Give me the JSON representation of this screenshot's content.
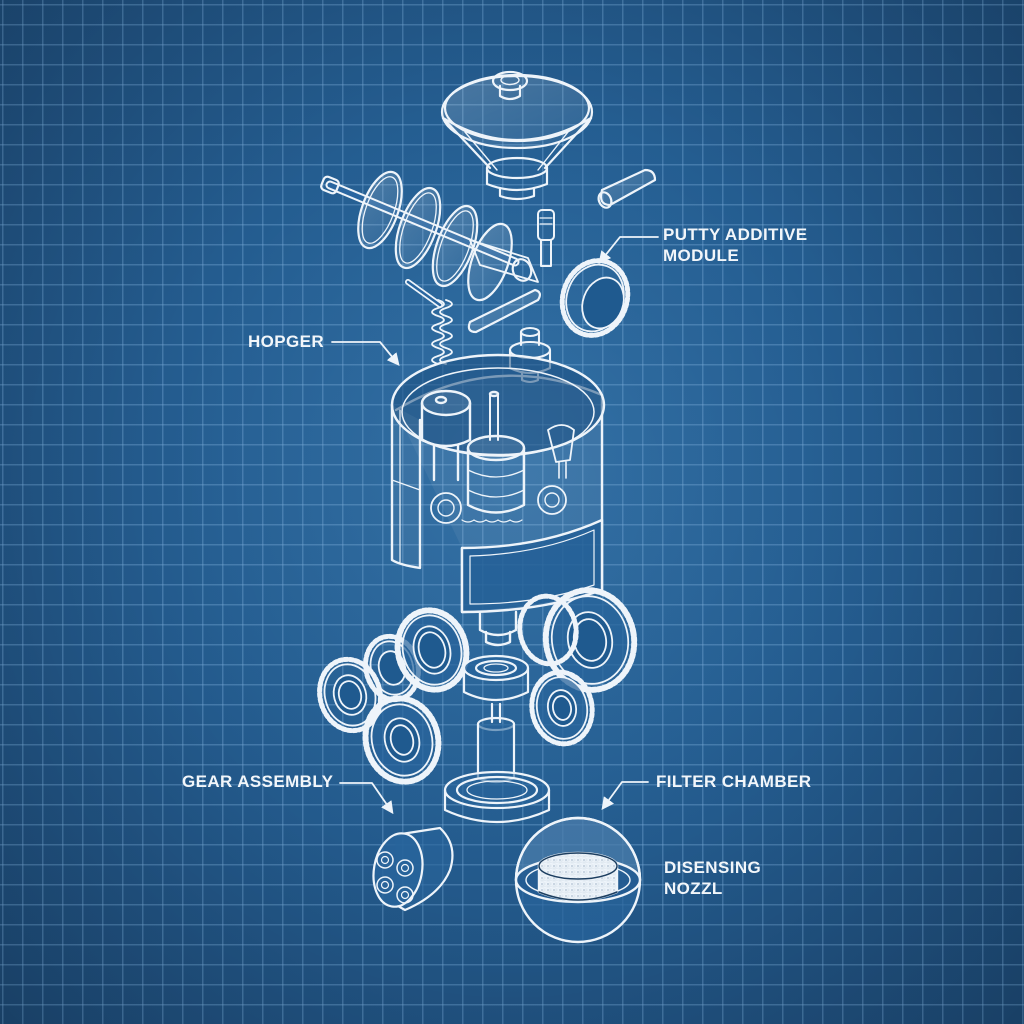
{
  "diagram": {
    "type": "exploded-view blueprint",
    "background_color": "#255f93",
    "grid_color": "#78aad7",
    "line_color": "#eef4fa",
    "labels": [
      {
        "id": "putty-additive-module",
        "line1": "PUTTY ADDITIVE",
        "line2": "MODULE"
      },
      {
        "id": "hopper",
        "line1": "HOPGER"
      },
      {
        "id": "gear-assembly",
        "line1": "GEAR ASSEMBLY"
      },
      {
        "id": "filter-chamber",
        "line1": "FILTER CHAMBER"
      },
      {
        "id": "dispensing-nozzle",
        "line1": "DISENSING",
        "line2": "NOZZL"
      }
    ],
    "components": [
      "funnel-cap",
      "auger-screw-shaft",
      "small-pin-connector",
      "roller-plug",
      "spring-rod",
      "straight-rod",
      "small-ring-gear",
      "top-plug-fitting",
      "hopper-housing",
      "spur-gears-cluster",
      "bearing-shaft-base",
      "four-hole-cylinder",
      "filter-sphere"
    ]
  }
}
